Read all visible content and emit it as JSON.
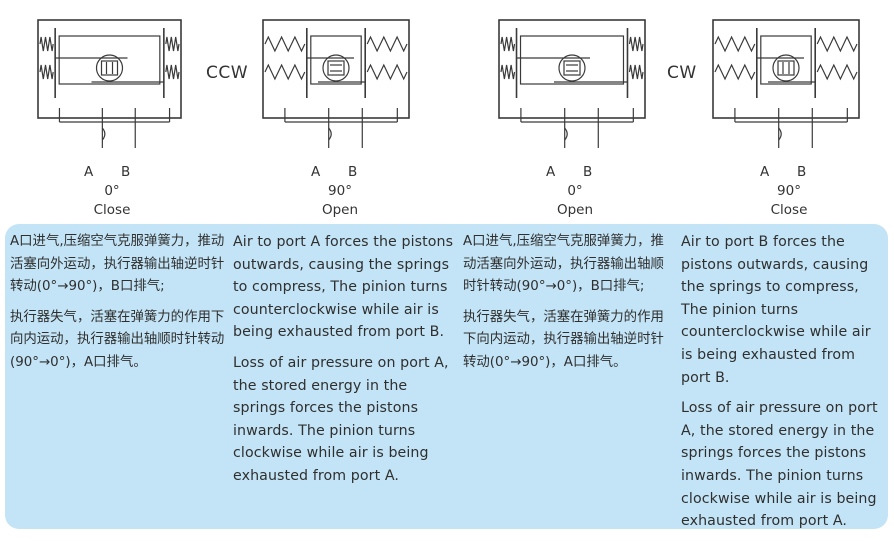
{
  "actuators": [
    {
      "port_a": "A",
      "port_b": "B",
      "angle": "0°",
      "state": "Close"
    },
    {
      "port_a": "A",
      "port_b": "B",
      "angle": "90°",
      "state": "Open"
    },
    {
      "port_a": "A",
      "port_b": "B",
      "angle": "0°",
      "state": "Open"
    },
    {
      "port_a": "A",
      "port_b": "B",
      "angle": "90°",
      "state": "Close"
    }
  ],
  "directions": [
    "CCW",
    "CW"
  ],
  "descriptions": {
    "zh_left_1": "A口进气,压缩空气克服弹簧力，推动活塞向外运动，执行器输出轴逆时针转动(0°→90°)，B口排气;",
    "zh_left_2": "执行器失气，活塞在弹簧力的作用下向内运动，执行器输出轴顺时针转动(90°→0°)，A口排气。",
    "en_left_1": "Air to port A forces the pistons outwards, causing the springs to compress, The pinion turns counterclockwise while air is being exhausted from port B.",
    "en_left_2": "Loss of air pressure on port A, the stored energy in the springs forces the pistons inwards. The pinion turns clockwise while air is being exhausted from port A.",
    "zh_right_1": "A口进气,压缩空气克服弹簧力，推动活塞向外运动，执行器输出轴顺时针转动(90°→0°)，B口排气;",
    "zh_right_2": "执行器失气，活塞在弹簧力的作用下向内运动，执行器输出轴逆时针转动(0°→90°)，A口排气。",
    "en_right_1": "Air to port B forces the pistons outwards, causing the springs to compress, The pinion turns counterclockwise while air is being exhausted from port B.",
    "en_right_2": "Loss of air pressure on port A, the stored energy in the springs forces the pistons inwards. The pinion turns clockwise while air is being exhausted from port A."
  },
  "colors": {
    "panel": "#c3e4f6",
    "line": "#3a3a3a"
  }
}
